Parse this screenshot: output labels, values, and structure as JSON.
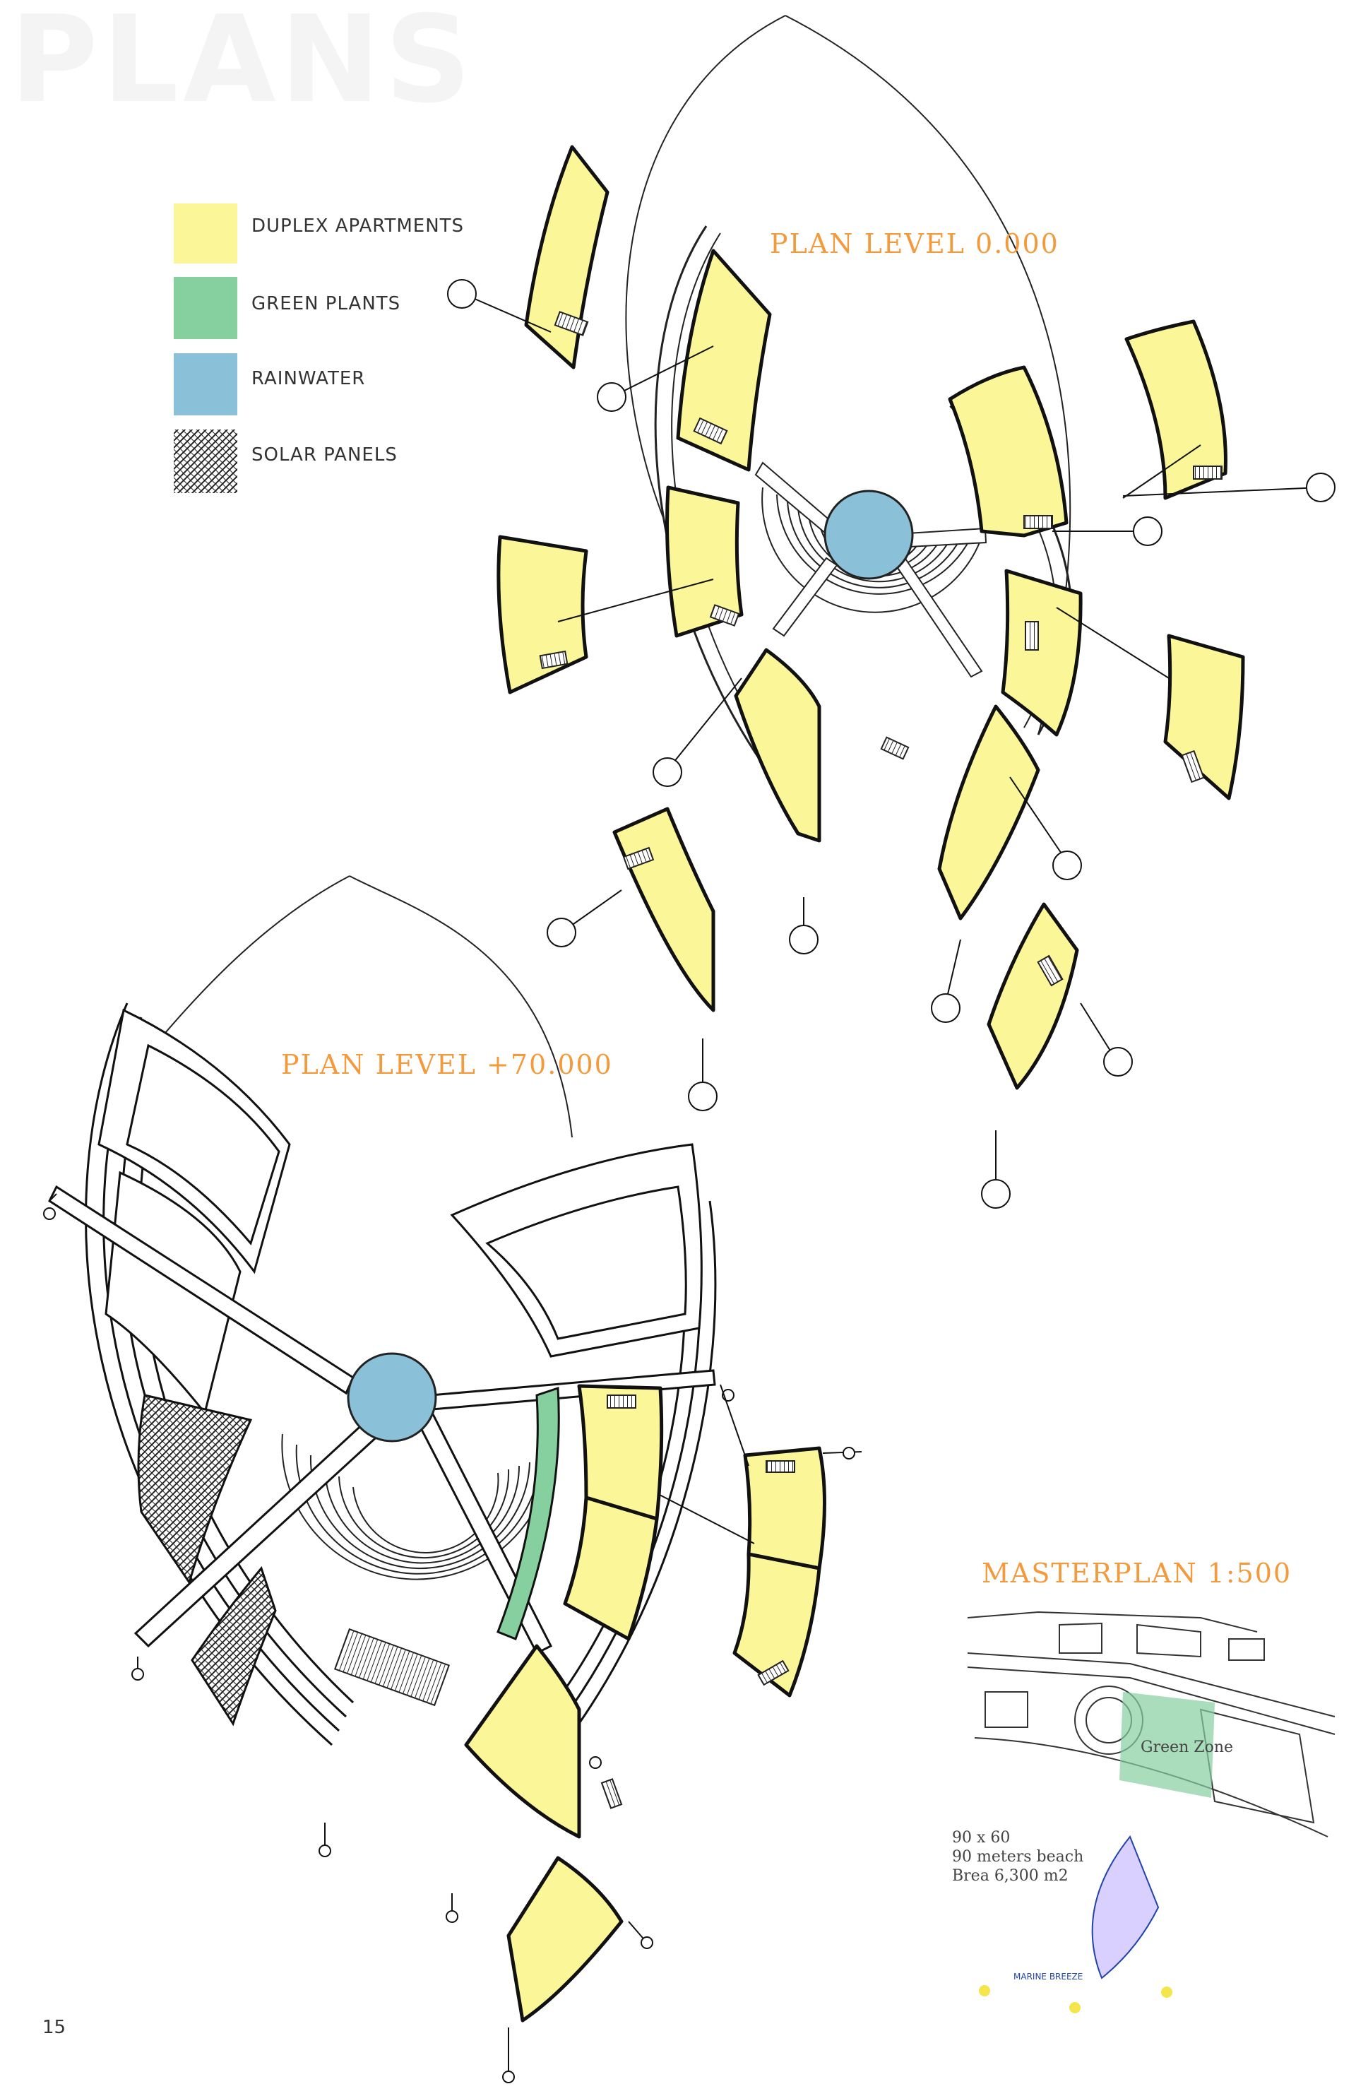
{
  "page": {
    "title": "PLANS",
    "page_number": "15"
  },
  "legend": [
    {
      "label": "DUPLEX APARTMENTS",
      "color": "#fbf799"
    },
    {
      "label": "GREEN PLANTS",
      "color": "#86cf9f"
    },
    {
      "label": "RAINWATER",
      "color": "#8bc1d8"
    },
    {
      "label": "SOLAR PANELS",
      "color": "#444444"
    }
  ],
  "plans": {
    "level_0": {
      "title": "PLAN LEVEL 0.000"
    },
    "level_70": {
      "title": "PLAN LEVEL +70.000"
    }
  },
  "masterplan": {
    "title": "MASTERPLAN 1:500",
    "zone_label": "Green Zone",
    "beach_note_1": "90 x 60",
    "beach_note_2": "90 meters beach",
    "beach_note_3": "Brea 6,300 m2",
    "breeze_label": "MARINE BREEZE"
  },
  "colors": {
    "apartment": "#fbf799",
    "green": "#86cf9f",
    "water": "#8bc1d8",
    "accent": "#f39a3c",
    "line": "#111111"
  }
}
